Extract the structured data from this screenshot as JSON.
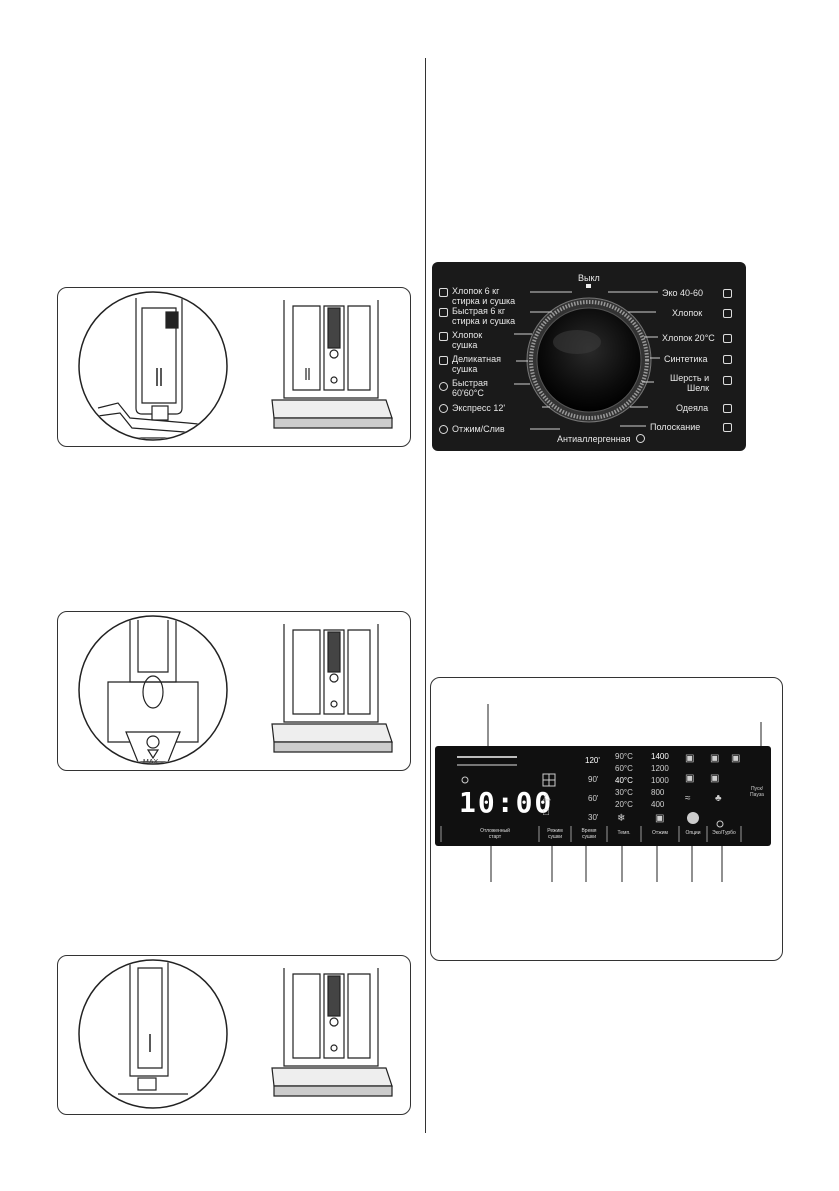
{
  "dial": {
    "left_programs": [
      "Хлопок 6 кг\nстирка и сушка",
      "Быстрая 6 кг\nстирка и сушка",
      "Хлопок\nсушка",
      "Деликатная\nсушка",
      "Быстрая\n60'60°C",
      "Экспресс 12'",
      "Отжим/Слив"
    ],
    "top_label": "Выкл",
    "bottom_label": "Антиаллергенная",
    "right_programs": [
      "Эко 40-60",
      "Хлопок",
      "Хлопок 20°C",
      "Синтетика",
      "Шерсть и\nШелк",
      "Одеяла",
      "Полоскание"
    ]
  },
  "control_panel": {
    "display_digits": "10:00",
    "dry_times": [
      "120'",
      "90'",
      "60'",
      "30'"
    ],
    "temperatures": [
      "90°C",
      "60°C",
      "40°C",
      "30°C",
      "20°C"
    ],
    "spin_speeds": [
      "1400",
      "1200",
      "1000",
      "800",
      "400"
    ],
    "buttons": [
      "Отложенный\nстарт",
      "Режим\nсушки",
      "Время\nсушки",
      "Темп.",
      "Отжим",
      "Опции",
      "Эко/Турбо"
    ],
    "start_pause": "Пуск/\nПауза"
  }
}
